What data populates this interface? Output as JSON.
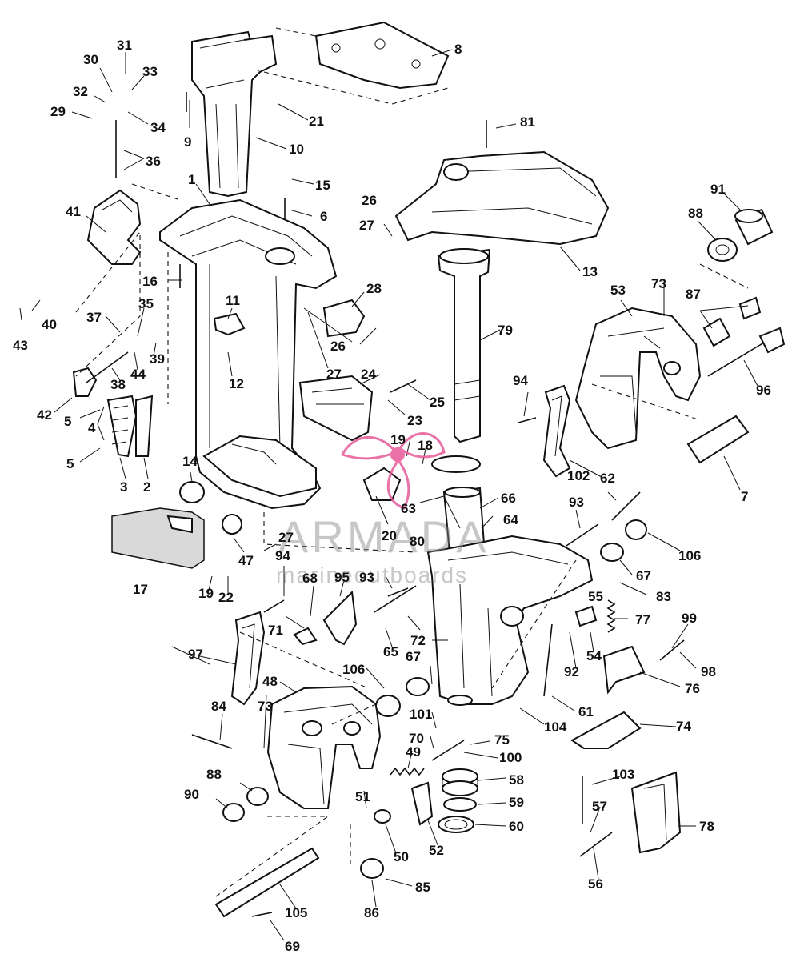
{
  "watermark": {
    "brand": "ARMADA",
    "tagline": "marineoutboards",
    "accent_color": "#e75a9a"
  },
  "labels": {
    "p1": "1",
    "p2": "2",
    "p3": "3",
    "p4": "4",
    "p5a": "5",
    "p5b": "5",
    "p6": "6",
    "p7": "7",
    "p8": "8",
    "p9": "9",
    "p10": "10",
    "p11": "11",
    "p12": "12",
    "p13": "13",
    "p14": "14",
    "p15": "15",
    "p16": "16",
    "p17": "17",
    "p18": "18",
    "p19a": "19",
    "p19b": "19",
    "p20": "20",
    "p21": "21",
    "p22": "22",
    "p23": "23",
    "p24": "24",
    "p25": "25",
    "p26a": "26",
    "p26b": "26",
    "p27a": "27",
    "p27b": "27",
    "p27c": "27",
    "p28": "28",
    "p29": "29",
    "p30": "30",
    "p31": "31",
    "p32": "32",
    "p33": "33",
    "p34": "34",
    "p35": "35",
    "p36": "36",
    "p37": "37",
    "p38": "38",
    "p39": "39",
    "p40": "40",
    "p41": "41",
    "p42": "42",
    "p43": "43",
    "p44": "44",
    "p47": "47",
    "p48": "48",
    "p49": "49",
    "p50": "50",
    "p51": "51",
    "p52": "52",
    "p53": "53",
    "p54": "54",
    "p55": "55",
    "p56": "56",
    "p57": "57",
    "p58": "58",
    "p59": "59",
    "p60": "60",
    "p61": "61",
    "p62": "62",
    "p63": "63",
    "p64": "64",
    "p65": "65",
    "p66": "66",
    "p67a": "67",
    "p67b": "67",
    "p68": "68",
    "p69": "69",
    "p70": "70",
    "p71": "71",
    "p72": "72",
    "p73a": "73",
    "p73b": "73",
    "p74": "74",
    "p75": "75",
    "p76": "76",
    "p77": "77",
    "p78": "78",
    "p79": "79",
    "p80": "80",
    "p81": "81",
    "p83": "83",
    "p84": "84",
    "p85": "85",
    "p86": "86",
    "p87": "87",
    "p88a": "88",
    "p88b": "88",
    "p90": "90",
    "p91": "91",
    "p92": "92",
    "p93a": "93",
    "p93b": "93",
    "p94a": "94",
    "p94b": "94",
    "p95": "95",
    "p96": "96",
    "p97": "97",
    "p98": "98",
    "p99": "99",
    "p100": "100",
    "p101": "101",
    "p102": "102",
    "p103": "103",
    "p104": "104",
    "p105": "105",
    "p106a": "106",
    "p106b": "106"
  }
}
